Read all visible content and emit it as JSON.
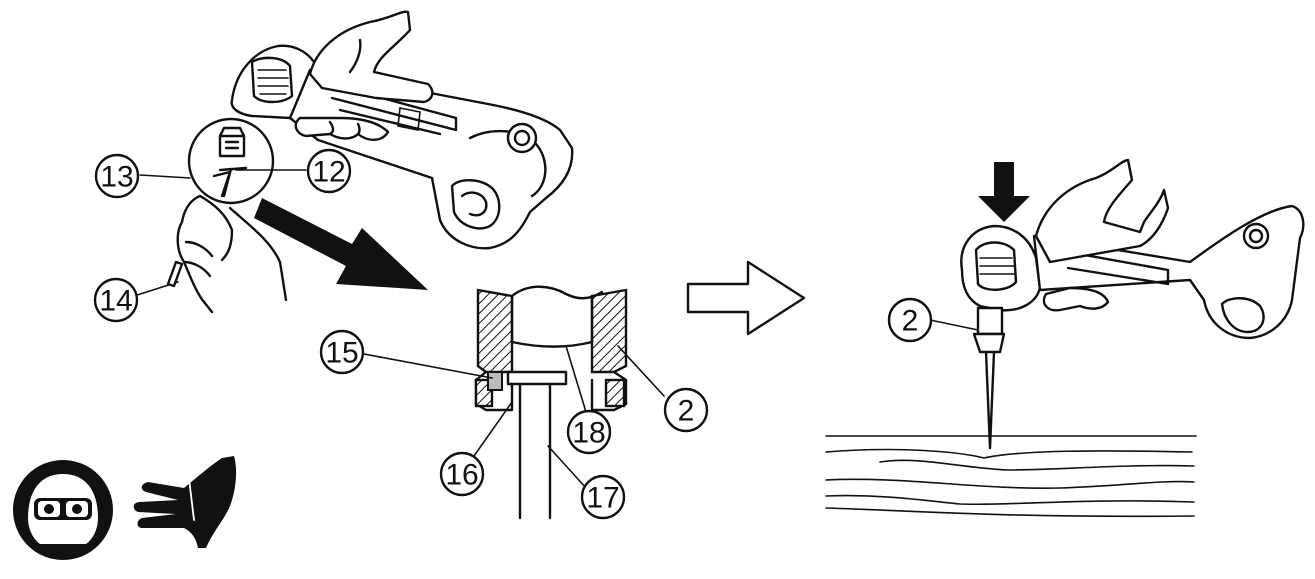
{
  "callouts": {
    "c12": "12",
    "c13": "13",
    "c14": "14",
    "c15": "15",
    "c16": "16",
    "c17": "17",
    "c18": "18",
    "c2_section": "2",
    "c2_drill": "2"
  },
  "icons": {
    "safety": "eye-protection-icon",
    "hazard": "hand-injury-warning-icon"
  },
  "colors": {
    "ink": "#111111",
    "paper": "#ffffff"
  }
}
